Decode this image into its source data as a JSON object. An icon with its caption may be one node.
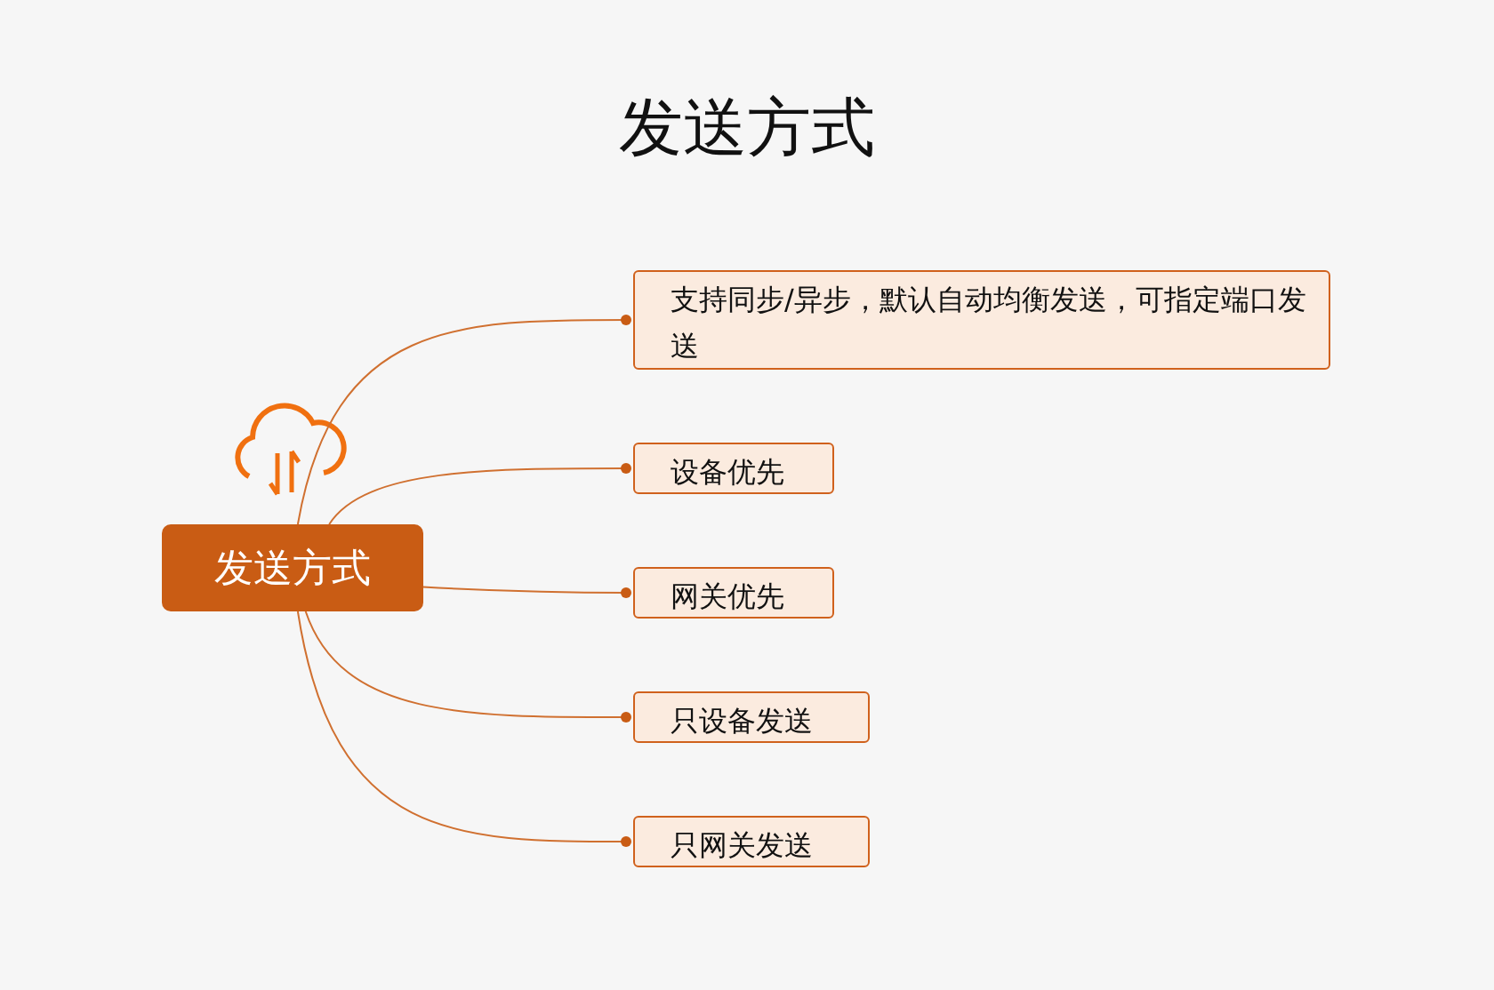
{
  "diagram": {
    "title": "发送方式",
    "nodes": [
      {
        "text": [
          "发送方式"
        ]
      },
      {
        "text": [
          "支持同步/异步，默认自动均衡发送，可指定端口发送"
        ]
      },
      {
        "text": [
          "设备优先"
        ]
      },
      {
        "text": [
          "网关优先"
        ]
      },
      {
        "text": [
          "只设备发送"
        ]
      },
      {
        "text": [
          "只网关发送"
        ]
      }
    ],
    "edges": [
      {
        "from": 0,
        "to": 1,
        "arrow": "other"
      },
      {
        "from": 0,
        "to": 2,
        "arrow": "other"
      },
      {
        "from": 0,
        "to": 3,
        "arrow": "other"
      },
      {
        "from": 0,
        "to": 4,
        "arrow": "other"
      },
      {
        "from": 0,
        "to": 5,
        "arrow": "other"
      }
    ]
  }
}
